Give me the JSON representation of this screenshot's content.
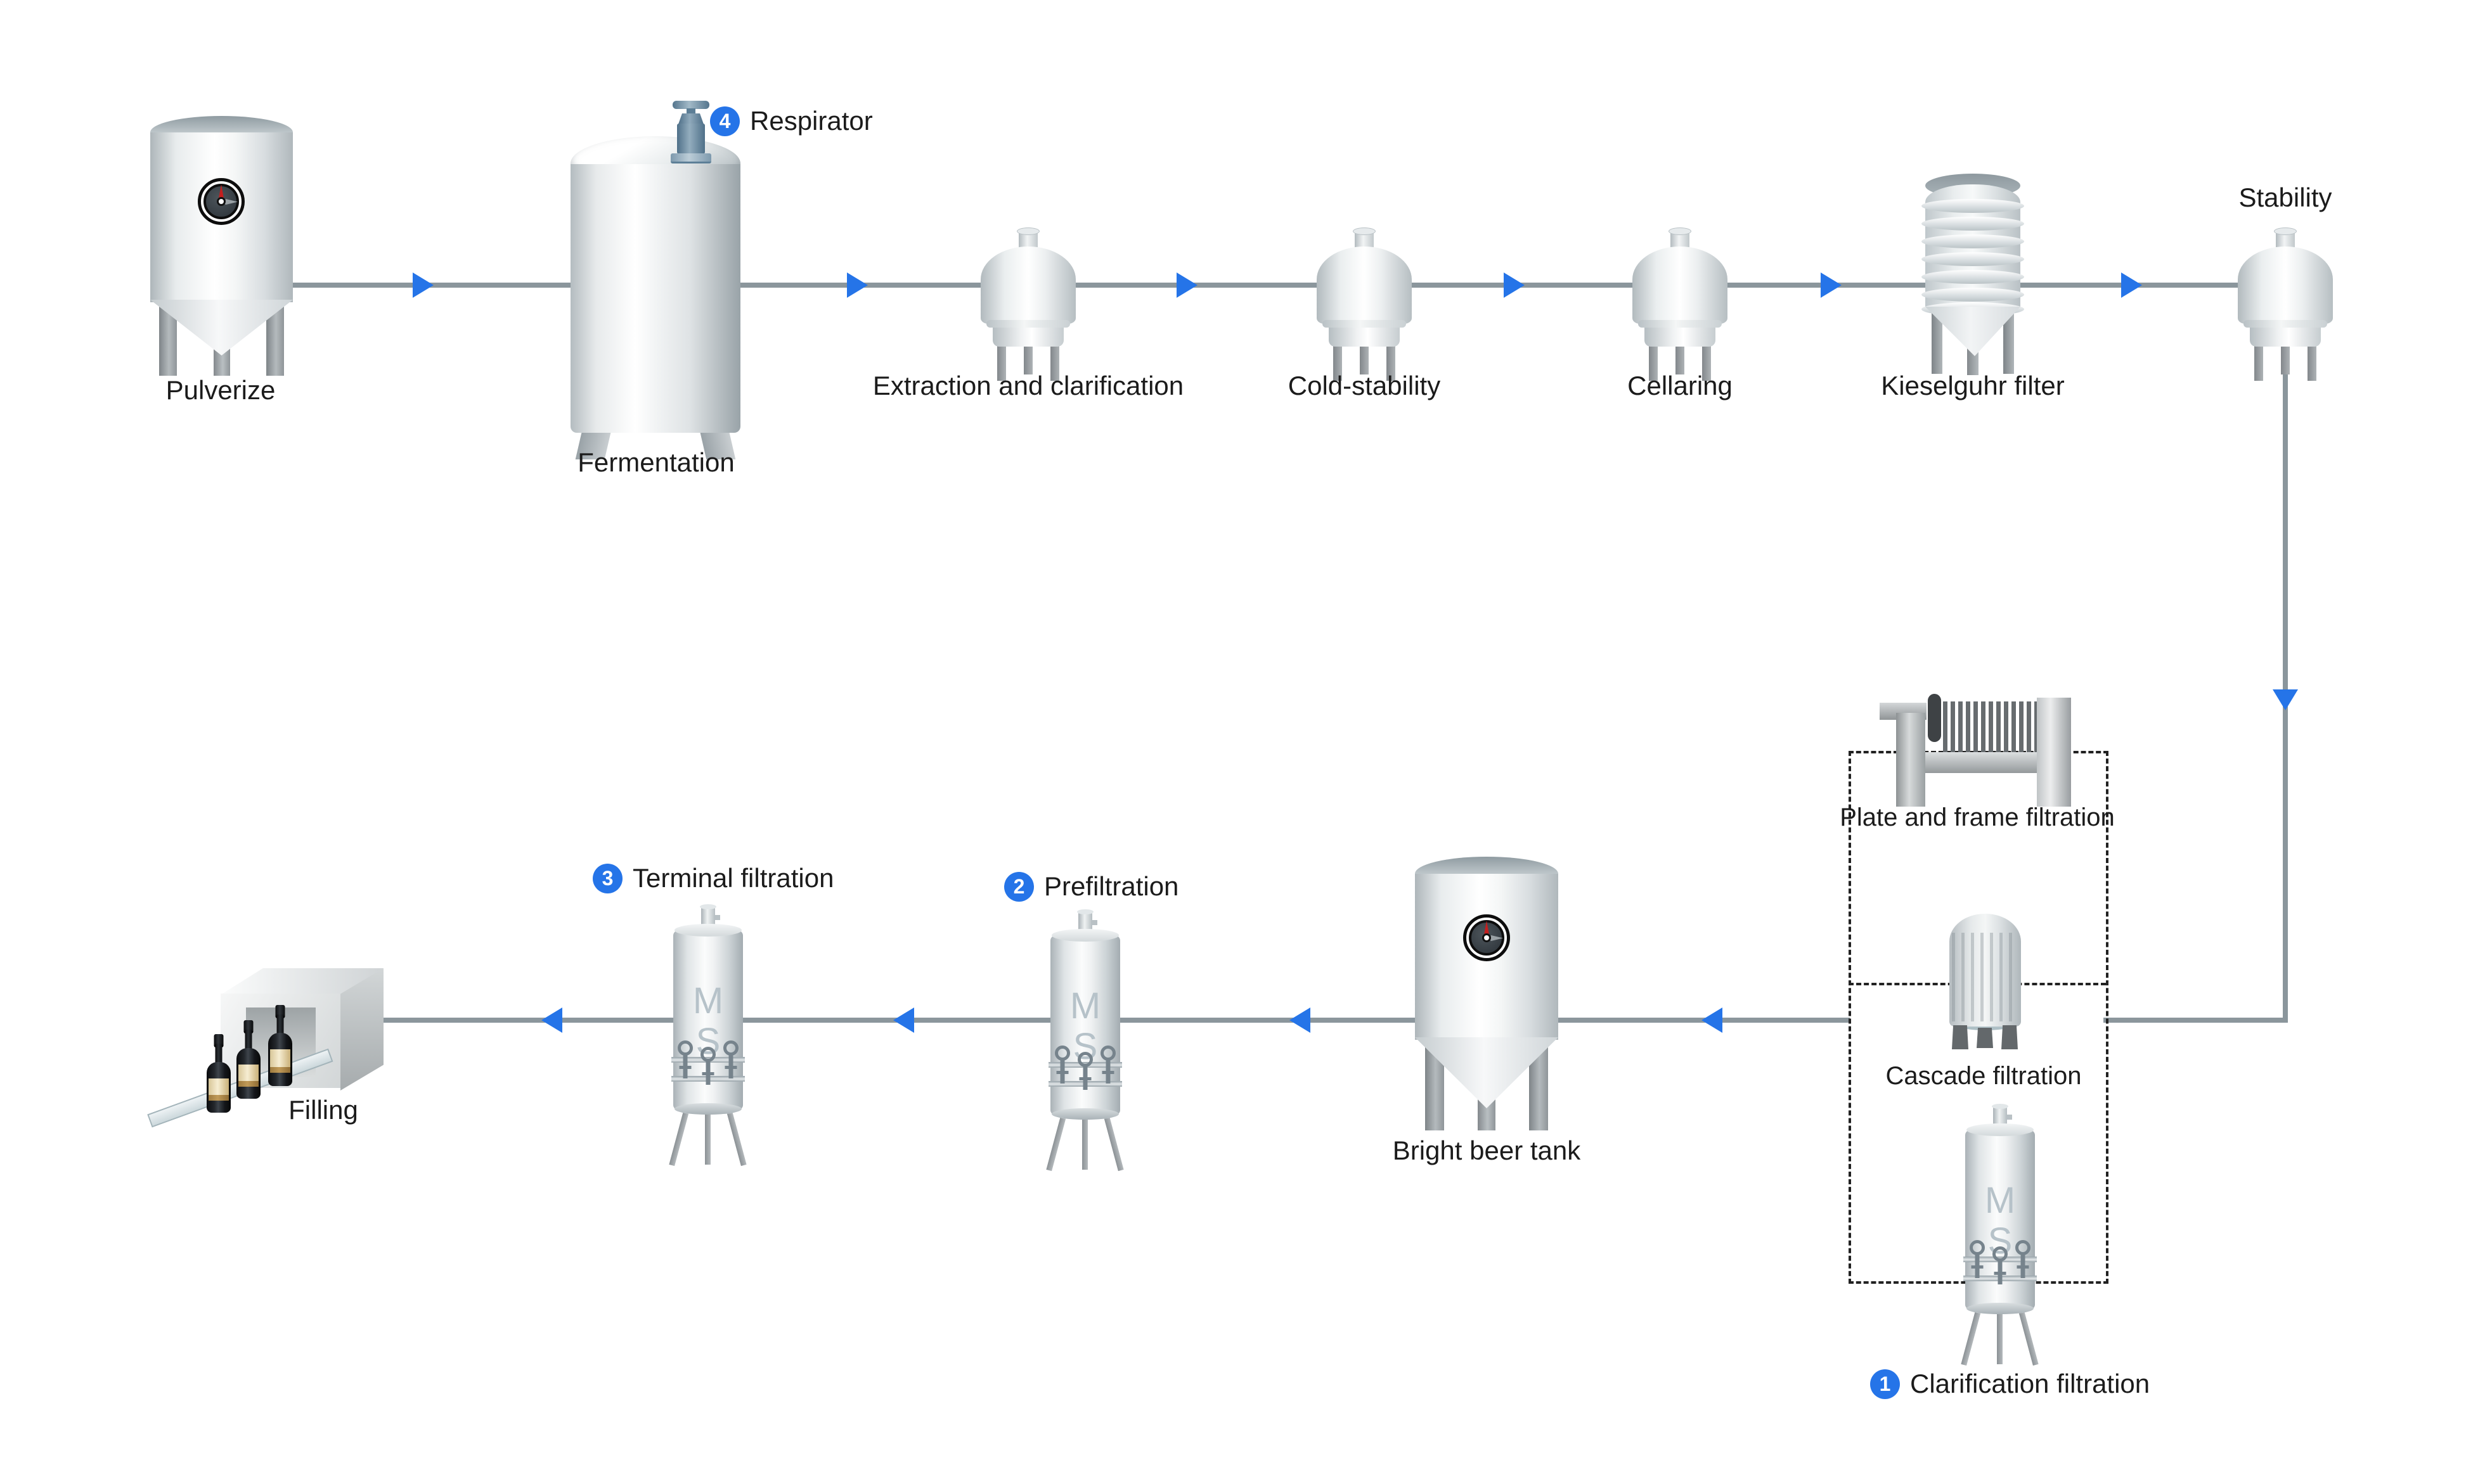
{
  "colors": {
    "accent": "#2574e8",
    "flow_line": "#8b969c",
    "text": "#1b1b1b",
    "dotted": "#222222",
    "gauge_red": "#c41e1e",
    "valve_blue": "#5e819a"
  },
  "labels": {
    "pulverize": "Pulverize",
    "fermentation": "Fermentation",
    "extraction": "Extraction and clarification",
    "cold_stability": "Cold-stability",
    "cellaring": "Cellaring",
    "kieselguhr": "Kieselguhr filter",
    "stability": "Stability",
    "filling": "Filling",
    "bright_beer": "Bright beer tank",
    "plate_frame": "Plate and frame filtration",
    "cascade": "Cascade filtration"
  },
  "annotations": {
    "respirator": {
      "num": "4",
      "label": "Respirator"
    },
    "terminal": {
      "num": "3",
      "label": "Terminal filtration"
    },
    "prefiltration": {
      "num": "2",
      "label": "Prefiltration"
    },
    "clarification": {
      "num": "1",
      "label": "Clarification filtration"
    }
  },
  "filter_marks": {
    "m": "M",
    "s": "S"
  }
}
